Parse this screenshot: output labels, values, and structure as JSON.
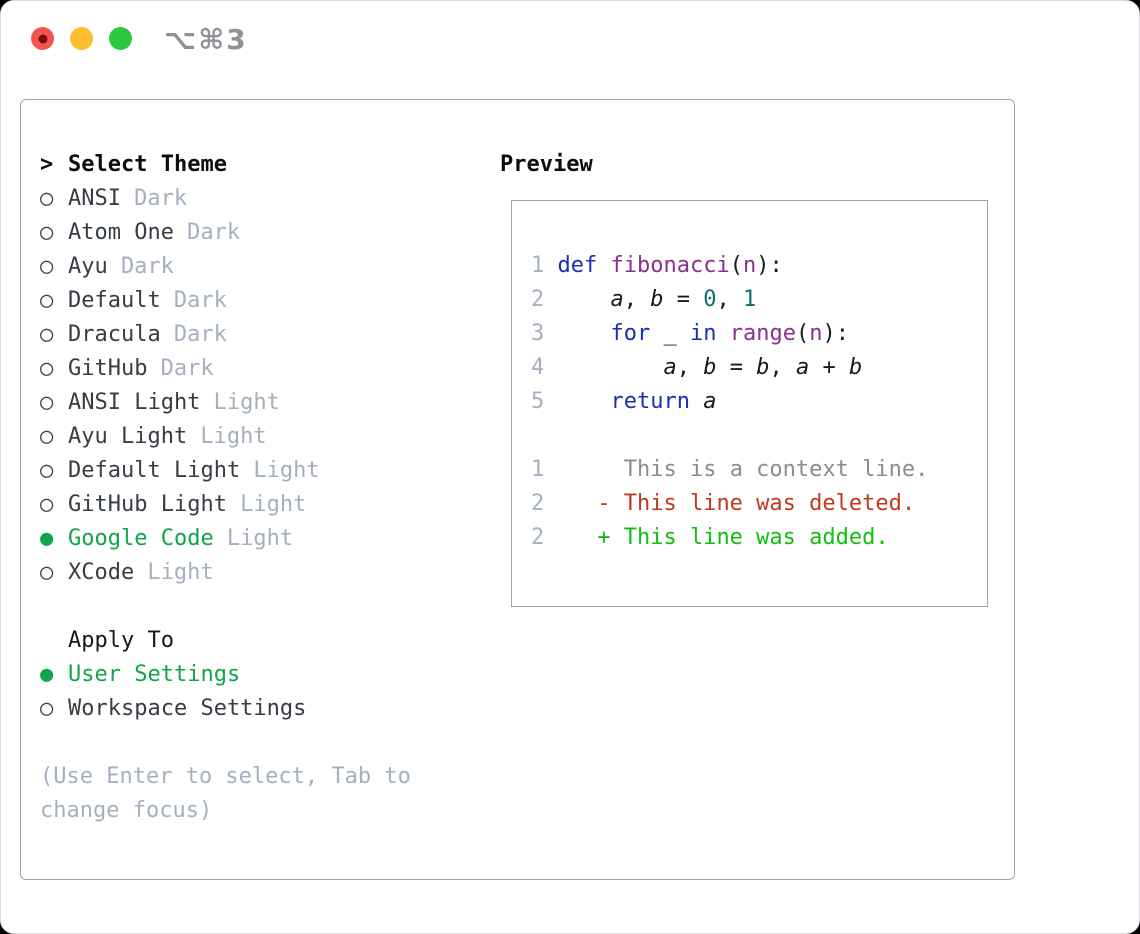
{
  "window": {
    "title": "⌥⌘3",
    "traffic_lights": {
      "close": "close-button",
      "minimize": "minimize-button",
      "zoom": "zoom-button"
    }
  },
  "colors": {
    "selection_green": "#12a44a",
    "added_green": "#10c010",
    "deleted_red": "#c0391b",
    "keyword_blue": "#1c2fae",
    "function_purple": "#8b2f90",
    "number_teal": "#0e6f6f",
    "context_gray": "#8c8c8c",
    "line_number_gray": "#a4b0bf",
    "muted_gray": "#a5b0be",
    "panel_border": "#9aa5b0",
    "traffic_red": "#f2554d",
    "traffic_yellow": "#fcbd2e",
    "traffic_green": "#2bc840"
  },
  "theme_list": {
    "header": {
      "marker": ">",
      "label": "Select Theme"
    },
    "items": [
      {
        "marker": "○",
        "name": "ANSI",
        "variant": "Dark",
        "selected": false
      },
      {
        "marker": "○",
        "name": "Atom One",
        "variant": "Dark",
        "selected": false
      },
      {
        "marker": "○",
        "name": "Ayu",
        "variant": "Dark",
        "selected": false
      },
      {
        "marker": "○",
        "name": "Default",
        "variant": "Dark",
        "selected": false
      },
      {
        "marker": "○",
        "name": "Dracula",
        "variant": "Dark",
        "selected": false
      },
      {
        "marker": "○",
        "name": "GitHub",
        "variant": "Dark",
        "selected": false
      },
      {
        "marker": "○",
        "name": "ANSI Light",
        "variant": "Light",
        "selected": false
      },
      {
        "marker": "○",
        "name": "Ayu Light",
        "variant": "Light",
        "selected": false
      },
      {
        "marker": "○",
        "name": "Default Light",
        "variant": "Light",
        "selected": false
      },
      {
        "marker": "○",
        "name": "GitHub Light",
        "variant": "Light",
        "selected": false
      },
      {
        "marker": "●",
        "name": "Google Code",
        "variant": "Light",
        "selected": true
      },
      {
        "marker": "○",
        "name": "XCode",
        "variant": "Light",
        "selected": false
      }
    ]
  },
  "apply_to": {
    "header": "Apply To",
    "options": [
      {
        "marker": "●",
        "label": "User Settings",
        "selected": true
      },
      {
        "marker": "○",
        "label": "Workspace Settings",
        "selected": false
      }
    ]
  },
  "hint": "(Use Enter to select, Tab to change focus)",
  "preview": {
    "title": "Preview",
    "code_lines": [
      [
        {
          "t": "1",
          "s": "ln"
        },
        {
          "t": " ",
          "s": "pl"
        },
        {
          "t": "def",
          "s": "kw"
        },
        {
          "t": " ",
          "s": "pl"
        },
        {
          "t": "fibonacci",
          "s": "fn"
        },
        {
          "t": "(",
          "s": "pl"
        },
        {
          "t": "n",
          "s": "fn"
        },
        {
          "t": "):",
          "s": "pl"
        }
      ],
      [
        {
          "t": "2",
          "s": "ln"
        },
        {
          "t": "     ",
          "s": "pl"
        },
        {
          "t": "a",
          "s": "var"
        },
        {
          "t": ", ",
          "s": "pl"
        },
        {
          "t": "b",
          "s": "var"
        },
        {
          "t": " = ",
          "s": "pl"
        },
        {
          "t": "0",
          "s": "num"
        },
        {
          "t": ", ",
          "s": "pl"
        },
        {
          "t": "1",
          "s": "num"
        }
      ],
      [
        {
          "t": "3",
          "s": "ln"
        },
        {
          "t": "     ",
          "s": "pl"
        },
        {
          "t": "for",
          "s": "kw"
        },
        {
          "t": " _ ",
          "s": "pl"
        },
        {
          "t": "in",
          "s": "kw"
        },
        {
          "t": " ",
          "s": "pl"
        },
        {
          "t": "range",
          "s": "fn"
        },
        {
          "t": "(",
          "s": "pl"
        },
        {
          "t": "n",
          "s": "fn"
        },
        {
          "t": "):",
          "s": "pl"
        }
      ],
      [
        {
          "t": "4",
          "s": "ln"
        },
        {
          "t": "         ",
          "s": "pl"
        },
        {
          "t": "a",
          "s": "var"
        },
        {
          "t": ", ",
          "s": "pl"
        },
        {
          "t": "b",
          "s": "var"
        },
        {
          "t": " = ",
          "s": "pl"
        },
        {
          "t": "b",
          "s": "var"
        },
        {
          "t": ", ",
          "s": "pl"
        },
        {
          "t": "a",
          "s": "var"
        },
        {
          "t": " + ",
          "s": "pl"
        },
        {
          "t": "b",
          "s": "var"
        }
      ],
      [
        {
          "t": "5",
          "s": "ln"
        },
        {
          "t": "     ",
          "s": "pl"
        },
        {
          "t": "return",
          "s": "kw"
        },
        {
          "t": " ",
          "s": "pl"
        },
        {
          "t": "a",
          "s": "var"
        }
      ]
    ],
    "diff_lines": [
      [
        {
          "t": "1",
          "s": "ln"
        },
        {
          "t": "      ",
          "s": "pl"
        },
        {
          "t": "This is a context line.",
          "s": "ctx"
        }
      ],
      [
        {
          "t": "2",
          "s": "ln"
        },
        {
          "t": "    ",
          "s": "pl"
        },
        {
          "t": "- This line was deleted.",
          "s": "del"
        }
      ],
      [
        {
          "t": "2",
          "s": "ln"
        },
        {
          "t": "    ",
          "s": "pl"
        },
        {
          "t": "+ This line was added.",
          "s": "add"
        }
      ]
    ]
  }
}
